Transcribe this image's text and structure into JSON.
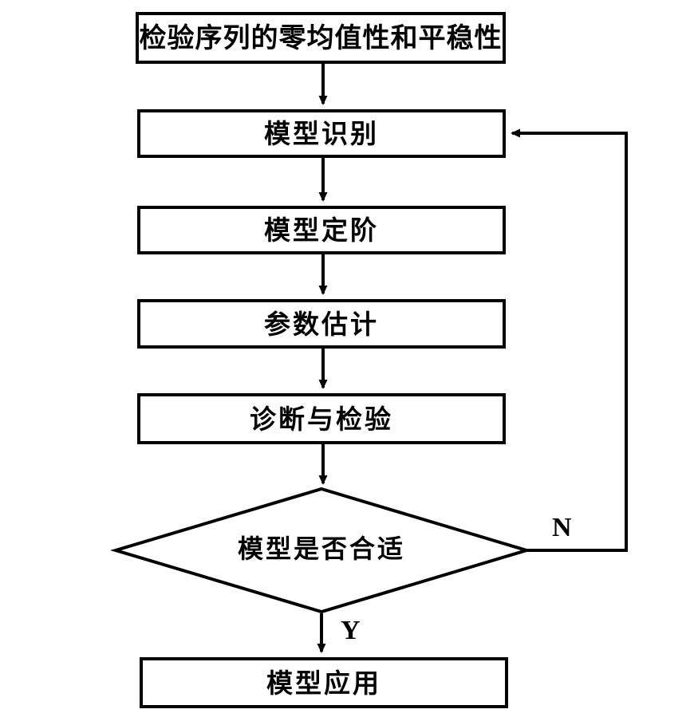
{
  "nodes": {
    "check": {
      "label": "检验序列的零均值性和平稳性"
    },
    "identify": {
      "label": "模型识别"
    },
    "order": {
      "label": "模型定阶"
    },
    "estimate": {
      "label": "参数估计"
    },
    "diagnose": {
      "label": "诊断与检验"
    },
    "decision": {
      "label": "模型是否合适"
    },
    "apply": {
      "label": "模型应用"
    }
  },
  "edges": {
    "yes_label": "Y",
    "no_label": "N"
  },
  "colors": {
    "line": "#000000",
    "background": "#ffffff"
  }
}
